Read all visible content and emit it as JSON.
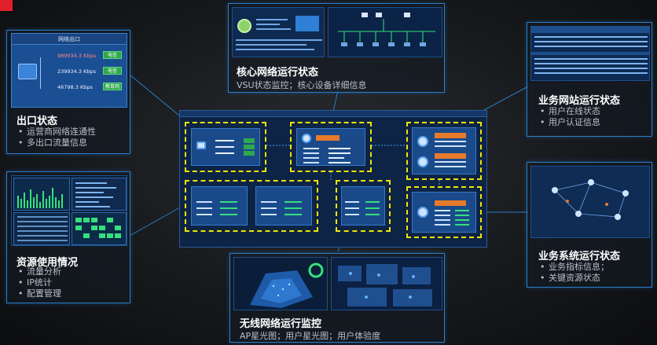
{
  "callouts": {
    "exit": {
      "title": "出口状态",
      "bullets": [
        "运营商网络连通性",
        "多出口流量信息"
      ]
    },
    "resource": {
      "title": "资源使用情况",
      "bullets": [
        "流量分析",
        "IP统计",
        "配置管理"
      ]
    },
    "core": {
      "title": "核心网络运行状态",
      "subtitle": "VSU状态监控；核心设备详细信息"
    },
    "wireless": {
      "title": "无线网络运行监控",
      "subtitle": "AP星光图；用户星光图；用户体验度"
    },
    "website": {
      "title": "业务网站运行状态",
      "bullets": [
        "用户在线状态",
        "用户认证信息"
      ]
    },
    "system": {
      "title": "业务系统运行状态",
      "bullets": [
        "业务指标信息；",
        "关键资源状态"
      ]
    }
  },
  "exit_thumb": {
    "header": "网络出口",
    "rates": [
      "989934.3 Kbps",
      "239934.3 Kbps",
      "46798.3 Kbps"
    ],
    "tags": [
      "电信",
      "电信",
      "教育网"
    ]
  },
  "colors": {
    "accent_blue": "#2a7fc9",
    "dash_yellow": "#f2e600",
    "tag_green": "#2ea84c",
    "tag_orange": "#e77a2b",
    "brand_red": "#e0202a"
  }
}
